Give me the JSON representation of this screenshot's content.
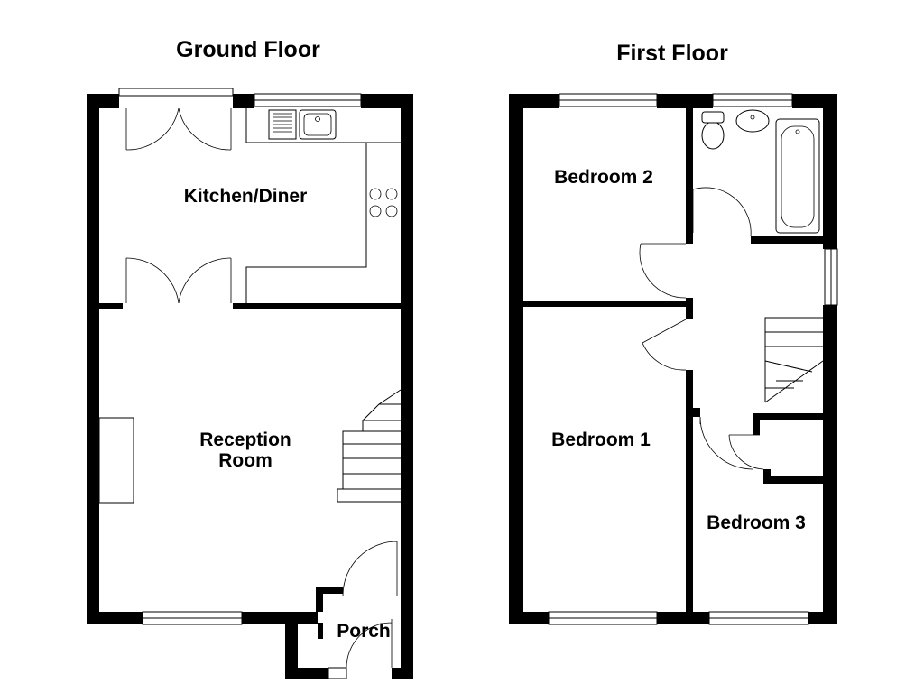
{
  "floors": {
    "ground": {
      "title": "Ground Floor",
      "rooms": {
        "kitchen": "Kitchen/Diner",
        "reception_line1": "Reception",
        "reception_line2": "Room",
        "porch": "Porch"
      }
    },
    "first": {
      "title": "First Floor",
      "rooms": {
        "bedroom1": "Bedroom 1",
        "bedroom2": "Bedroom 2",
        "bedroom3": "Bedroom 3"
      }
    }
  }
}
